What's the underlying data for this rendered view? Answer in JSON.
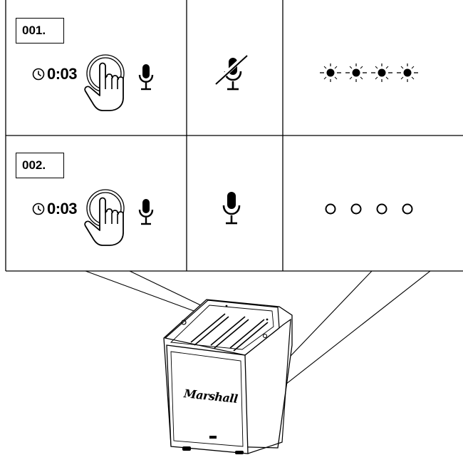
{
  "steps": [
    {
      "label": "001.",
      "hold_time": "0:03",
      "icons": [
        "clock-icon",
        "press-button-icon",
        "microphone-icon"
      ],
      "mic_state_icon": "microphone-muted-icon",
      "led_state": "flashing",
      "led_count": 4
    },
    {
      "label": "002.",
      "hold_time": "0:03",
      "icons": [
        "clock-icon",
        "press-button-icon",
        "microphone-icon"
      ],
      "mic_state_icon": "microphone-icon",
      "led_state": "off",
      "led_count": 4
    }
  ],
  "speaker": {
    "brand": "Marshall",
    "panel_icons": [
      "top-panel-sliders",
      "mic-button-callout"
    ]
  },
  "colors": {
    "line": "#000000",
    "background": "#ffffff"
  }
}
